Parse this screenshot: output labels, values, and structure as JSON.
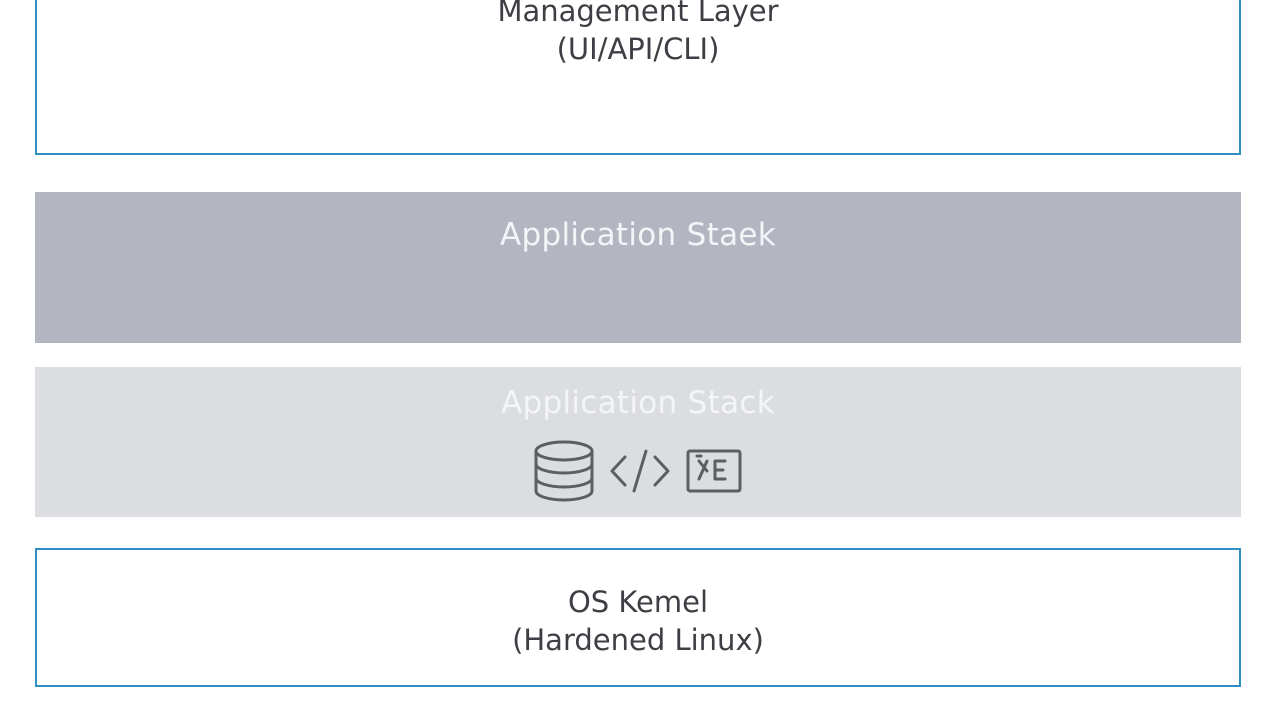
{
  "diagram": {
    "management_layer": {
      "title": "Management Layer",
      "subtitle": "(UI/API/CLI)"
    },
    "application_stack_upper": {
      "title": "Application Staek"
    },
    "application_stack_lower": {
      "title": "Application Stack",
      "icons": [
        "database-icon",
        "code-icon",
        "terminal-icon"
      ]
    },
    "kernel_layer": {
      "title": "OS Kemel",
      "subtitle": "(Hardened Linux)"
    }
  },
  "colors": {
    "border_accent": "#2f8fc4",
    "app_upper_fill": "#b3b6c0",
    "app_lower_fill": "#dcdde0",
    "label_dark": "#3d3f44",
    "label_light": "#f4f5f8",
    "icon_stroke": "#5b5e63"
  }
}
